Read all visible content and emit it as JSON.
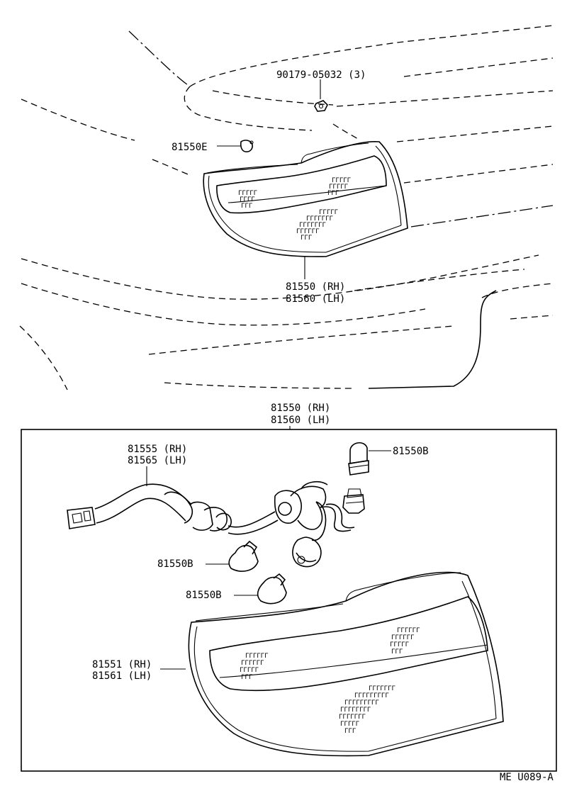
{
  "labels": {
    "bolt": "90179-05032 (3)",
    "clip": "81550E",
    "upper_assy_rh": "81550 (RH)",
    "upper_assy_lh": "81560 (LH)",
    "box_assy_rh": "81550 (RH)",
    "box_assy_lh": "81560 (LH)",
    "harness_rh": "81555 (RH)",
    "harness_lh": "81565 (LH)",
    "bulb_top": "81550B",
    "bulb_mid": "81550B",
    "bulb_low": "81550B",
    "lens_rh": "81551 (RH)",
    "lens_lh": "81561 (LH)",
    "figure_code": "ME U089-A"
  }
}
